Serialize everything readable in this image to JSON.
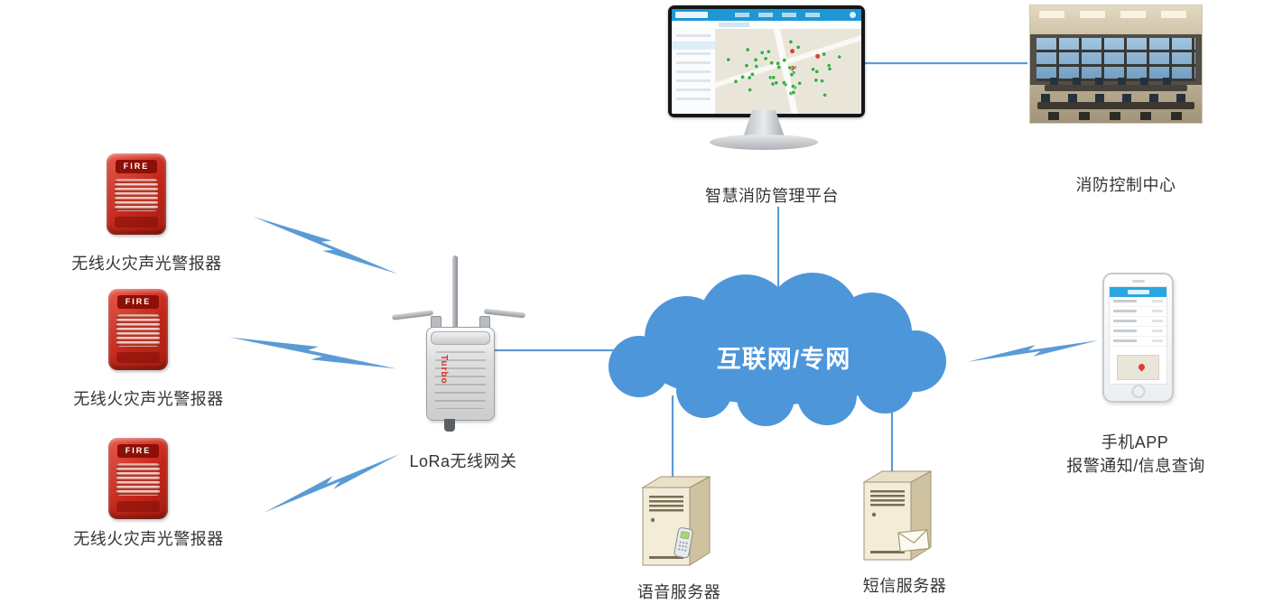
{
  "diagram": {
    "nodes": {
      "alarms": [
        {
          "id": "alarm-1",
          "label": "无线火灾声光警报器",
          "device_text": "FIRE"
        },
        {
          "id": "alarm-2",
          "label": "无线火灾声光警报器",
          "device_text": "FIRE"
        },
        {
          "id": "alarm-3",
          "label": "无线火灾声光警报器",
          "device_text": "FIRE"
        }
      ],
      "gateway": {
        "id": "gateway",
        "label": "LoRa无线网关",
        "brand": "Turbo"
      },
      "cloud": {
        "id": "cloud",
        "label": "互联网/专网"
      },
      "platform": {
        "id": "platform",
        "label": "智慧消防管理平台"
      },
      "control_center": {
        "id": "control-center",
        "label": "消防控制中心"
      },
      "phone": {
        "id": "phone-app",
        "label_line1": "手机APP",
        "label_line2": "报警通知/信息查询"
      },
      "voice_server": {
        "id": "voice-server",
        "label": "语音服务器"
      },
      "sms_server": {
        "id": "sms-server",
        "label": "短信服务器"
      }
    },
    "connections": [
      {
        "from": "alarm-1",
        "to": "gateway",
        "style": "lightning"
      },
      {
        "from": "alarm-2",
        "to": "gateway",
        "style": "lightning"
      },
      {
        "from": "alarm-3",
        "to": "gateway",
        "style": "lightning"
      },
      {
        "from": "gateway",
        "to": "cloud",
        "style": "line"
      },
      {
        "from": "cloud",
        "to": "platform",
        "style": "line"
      },
      {
        "from": "platform",
        "to": "control-center",
        "style": "line"
      },
      {
        "from": "cloud",
        "to": "voice-server",
        "style": "line"
      },
      {
        "from": "cloud",
        "to": "sms-server",
        "style": "line"
      },
      {
        "from": "cloud",
        "to": "phone-app",
        "style": "lightning"
      }
    ],
    "colors": {
      "connector_blue": "#5b9bd5",
      "cloud_blue": "#4d96d9",
      "alarm_red": "#c8281b",
      "label_text": "#343434"
    }
  }
}
